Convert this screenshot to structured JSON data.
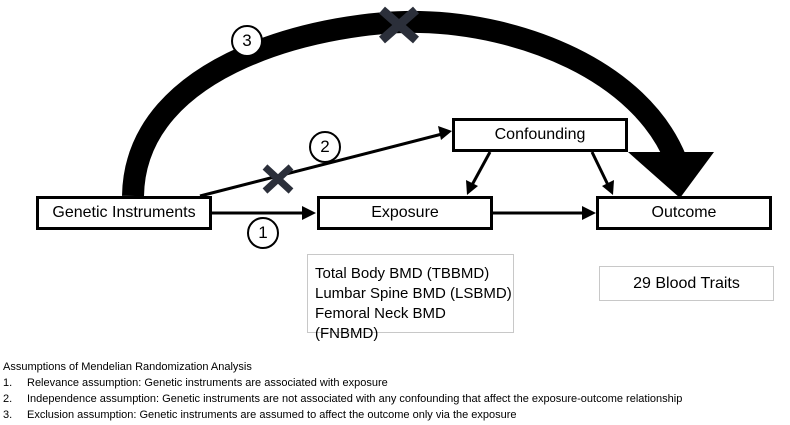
{
  "nodes": {
    "genetic": "Genetic Instruments",
    "exposure": "Exposure",
    "confounding": "Confounding",
    "outcome": "Outcome"
  },
  "markers": [
    "1",
    "2",
    "3"
  ],
  "exposure_traits": [
    "Total Body BMD (TBBMD)",
    "Lumbar Spine BMD (LSBMD)",
    "Femoral Neck BMD (FNBMD)"
  ],
  "outcome_traits": "29 Blood Traits",
  "legend": {
    "title": "Assumptions of Mendelian Randomization Analysis",
    "items": [
      {
        "n": "1.",
        "text": "Relevance assumption: Genetic instruments are associated with exposure"
      },
      {
        "n": "2.",
        "text": "Independence assumption: Genetic instruments are not associated with any confounding that affect the exposure-outcome relationship"
      },
      {
        "n": "3.",
        "text": "Exclusion assumption: Genetic instruments are assumed to affect the outcome only via the exposure"
      }
    ]
  },
  "colors": {
    "line": "#000000",
    "cross": "#2b2f3a",
    "infobox_border": "#c8c8c8"
  }
}
